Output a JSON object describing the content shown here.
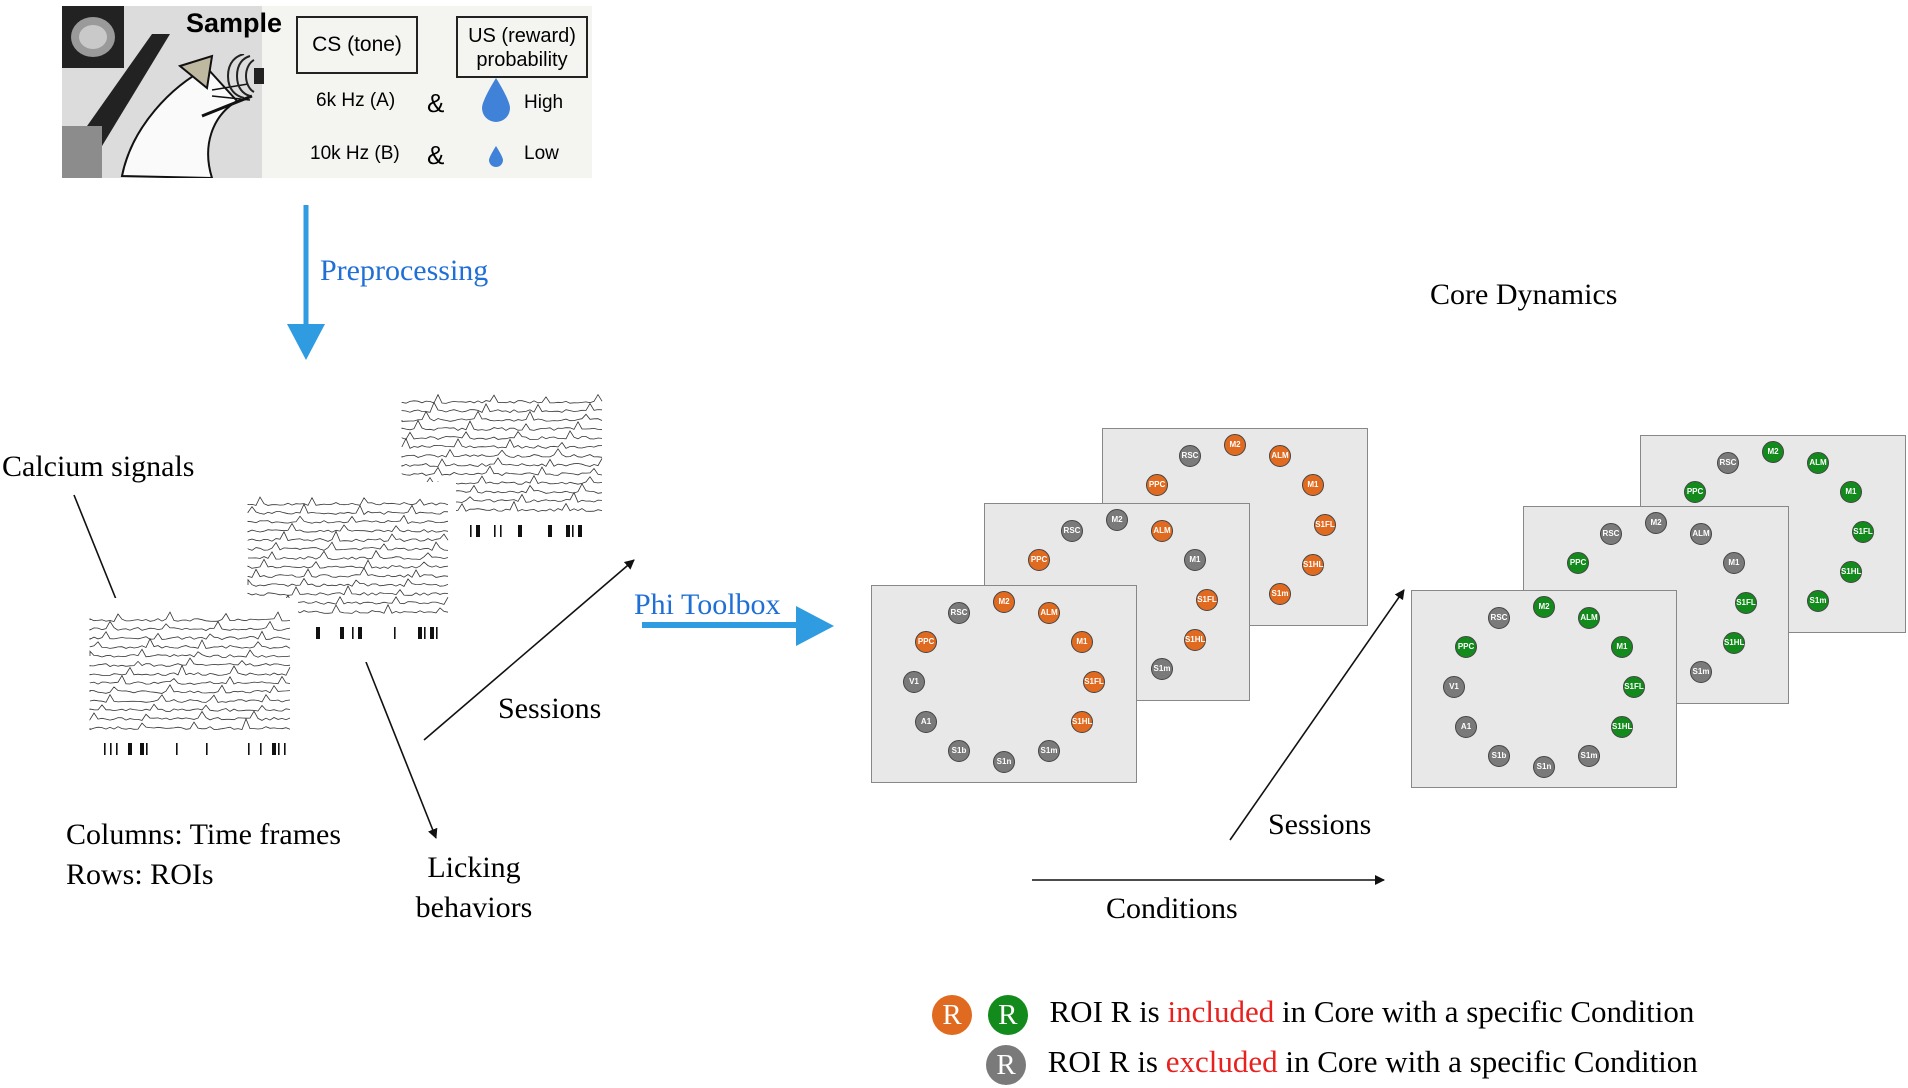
{
  "sample": {
    "title": "Sample",
    "cs_header": "CS (tone)",
    "us_header_line1": "US (reward)",
    "us_header_line2": "probability",
    "rows": [
      {
        "cs": "6k Hz (A)",
        "amp": "&",
        "us": "High"
      },
      {
        "cs": "10k Hz (B)",
        "amp": "&",
        "us": "Low"
      }
    ]
  },
  "labels": {
    "preprocessing": "Preprocessing",
    "calcium_signals": "Calcium signals",
    "columns": "Columns: Time frames",
    "rows": "Rows: ROIs",
    "licking_line1": "Licking",
    "licking_line2": "behaviors",
    "sessions_left": "Sessions",
    "phi_toolbox": "Phi Toolbox",
    "core_dynamics": "Core Dynamics",
    "sessions_right": "Sessions",
    "conditions": "Conditions"
  },
  "roi_names": [
    "M2",
    "ALM",
    "M1",
    "S1FL",
    "S1HL",
    "S1m",
    "S1n",
    "S1b",
    "A1",
    "V1",
    "PPC",
    "RSC"
  ],
  "panels_orange_included": [
    [
      "M2",
      "ALM",
      "M1",
      "S1FL",
      "S1HL",
      "PPC"
    ],
    [
      "ALM",
      "S1FL",
      "S1HL",
      "PPC"
    ],
    [
      "M2",
      "ALM",
      "M1",
      "S1FL",
      "S1HL",
      "S1m",
      "PPC"
    ]
  ],
  "panels_green_included": [
    [
      "M2",
      "ALM",
      "M1",
      "S1FL",
      "S1HL",
      "PPC"
    ],
    [
      "S1FL",
      "S1HL",
      "PPC"
    ],
    [
      "M2",
      "ALM",
      "M1",
      "S1FL",
      "S1HL",
      "S1m",
      "PPC"
    ]
  ],
  "legend": {
    "dot_letter": "R",
    "included_prefix": "ROI R is ",
    "included_word": "included",
    "included_suffix": " in Core with a specific Condition",
    "excluded_prefix": "ROI R is ",
    "excluded_word": "excluded",
    "excluded_suffix": " in Core with a specific Condition"
  },
  "colors": {
    "included_orange": "#e06a1f",
    "included_green": "#138a1c",
    "excluded_gray": "#7a7a7a",
    "arrow_blue": "#2f9be0",
    "panel_fill": "#e8e8e8"
  }
}
